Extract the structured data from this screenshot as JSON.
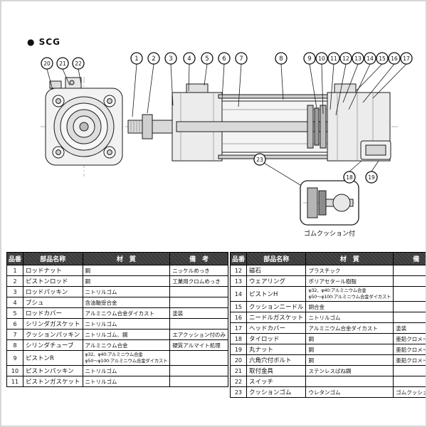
{
  "page": {
    "label": "● SCG"
  },
  "colors": {
    "header_bg": "#3a3a3a",
    "header_text": "#ffffff",
    "line": "#1a1a1a"
  },
  "diagram": {
    "detail_caption": "ゴムクッション付",
    "callouts": [
      "1",
      "2",
      "3",
      "4",
      "5",
      "6",
      "7",
      "8",
      "9",
      "10",
      "11",
      "12",
      "13",
      "14",
      "15",
      "16",
      "17",
      "18",
      "19",
      "20",
      "21",
      "22",
      "23"
    ]
  },
  "parts_table": {
    "headers": {
      "no": "品番",
      "name": "部品名称",
      "material": "材　質",
      "remarks": "備　考"
    },
    "left_rows": [
      {
        "no": "1",
        "name": "ロッドナット",
        "material": [
          "鋼"
        ],
        "remarks": "ニッケルめっき"
      },
      {
        "no": "2",
        "name": "ピストンロッド",
        "material": [
          "鋼"
        ],
        "remarks": "工業用クロムめっき"
      },
      {
        "no": "3",
        "name": "ロッドパッキン",
        "material": [
          "ニトリルゴム"
        ],
        "remarks": ""
      },
      {
        "no": "4",
        "name": "ブシュ",
        "material": [
          "含油軸受合金"
        ],
        "remarks": ""
      },
      {
        "no": "5",
        "name": "ロッドカバー",
        "material": [
          "アルミニウム合金ダイカスト"
        ],
        "remarks": "塗装"
      },
      {
        "no": "6",
        "name": "シリンダガスケット",
        "material": [
          "ニトリルゴム"
        ],
        "remarks": ""
      },
      {
        "no": "7",
        "name": "クッションパッキン",
        "material": [
          "ニトリルゴム、鋼"
        ],
        "remarks": "エアクッション付のみ"
      },
      {
        "no": "8",
        "name": "シリンダチューブ",
        "material": [
          "アルミニウム合金"
        ],
        "remarks": "硬質アルマイト処理"
      },
      {
        "no": "9",
        "name": "ピストンR",
        "material": [
          "φ32、φ40:アルミニウム合金",
          "φ50〜φ100:アルミニウム合金ダイカスト"
        ],
        "remarks": ""
      },
      {
        "no": "10",
        "name": "ピストンパッキン",
        "material": [
          "ニトリルゴム"
        ],
        "remarks": ""
      },
      {
        "no": "11",
        "name": "ピストンガスケット",
        "material": [
          "ニトリルゴム"
        ],
        "remarks": ""
      }
    ],
    "right_rows": [
      {
        "no": "12",
        "name": "磁石",
        "material": [
          "プラスチック"
        ],
        "remarks": ""
      },
      {
        "no": "13",
        "name": "ウェアリング",
        "material": [
          "ポリアセタール樹脂"
        ],
        "remarks": ""
      },
      {
        "no": "14",
        "name": "ピストンH",
        "material": [
          "φ32、φ40:アルミニウム合金",
          "φ50〜φ100:アルミニウム合金ダイカスト"
        ],
        "remarks": ""
      },
      {
        "no": "15",
        "name": "クッションニードル",
        "material": [
          "銅合金"
        ],
        "remarks": ""
      },
      {
        "no": "16",
        "name": "ニードルガスケット",
        "material": [
          "ニトリルゴム"
        ],
        "remarks": ""
      },
      {
        "no": "17",
        "name": "ヘッドカバー",
        "material": [
          "アルミニウム合金ダイカスト"
        ],
        "remarks": "塗装"
      },
      {
        "no": "18",
        "name": "タイロッド",
        "material": [
          "鋼"
        ],
        "remarks": "亜鉛クロメート処理"
      },
      {
        "no": "19",
        "name": "丸ナット",
        "material": [
          "鋼"
        ],
        "remarks": "亜鉛クロメート処理"
      },
      {
        "no": "20",
        "name": "六角穴付ボルト",
        "material": [
          "鋼"
        ],
        "remarks": "亜鉛クロメート処理"
      },
      {
        "no": "21",
        "name": "取付金具",
        "material": [
          "ステンレスばね鋼"
        ],
        "remarks": ""
      },
      {
        "no": "22",
        "name": "スイッチ",
        "material": [
          ""
        ],
        "remarks": ""
      },
      {
        "no": "23",
        "name": "クッションゴム",
        "material": [
          "ウレタンゴム"
        ],
        "remarks": "ゴムクッション付のみ"
      }
    ]
  }
}
